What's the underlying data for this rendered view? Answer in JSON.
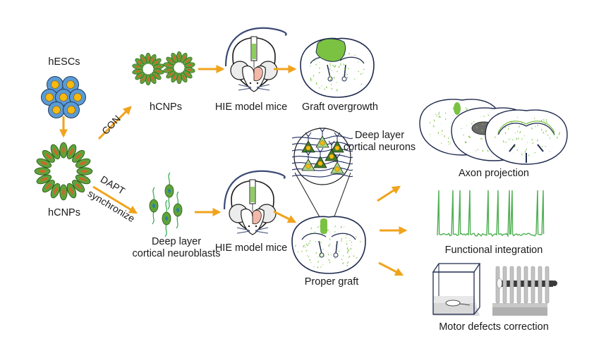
{
  "figure": {
    "colors": {
      "arrow": "#f0a31c",
      "stem_cell_outer": "#5b9bd5",
      "stem_cell_nucleus": "#f5b90f",
      "npc_green": "#5fa33a",
      "npc_core": "#d9622b",
      "graft_green": "#7bc242",
      "outline": "#1f2a4e",
      "trace_green": "#4caf50"
    },
    "labels": {
      "hescs": "hESCs",
      "hcnps_left": "hCNPs",
      "con": "CON",
      "dapt": "DAPT",
      "synchronize": "synchronize",
      "hcnps_top": "hCNPs",
      "hie_top": "HIE model mice",
      "graft_overgrowth": "Graft overgrowth",
      "neuroblasts_line1": "Deep layer",
      "neuroblasts_line2": "cortical neuroblasts",
      "hie_bottom": "HIE model mice",
      "neurons_line1": "Deep layer",
      "neurons_line2": "cortical neurons",
      "proper_graft": "Proper graft",
      "axon_projection": "Axon projection",
      "functional_integration": "Functional integration",
      "motor_defects": "Motor defects correction"
    },
    "spike_trace": {
      "spike_count": 16
    }
  }
}
